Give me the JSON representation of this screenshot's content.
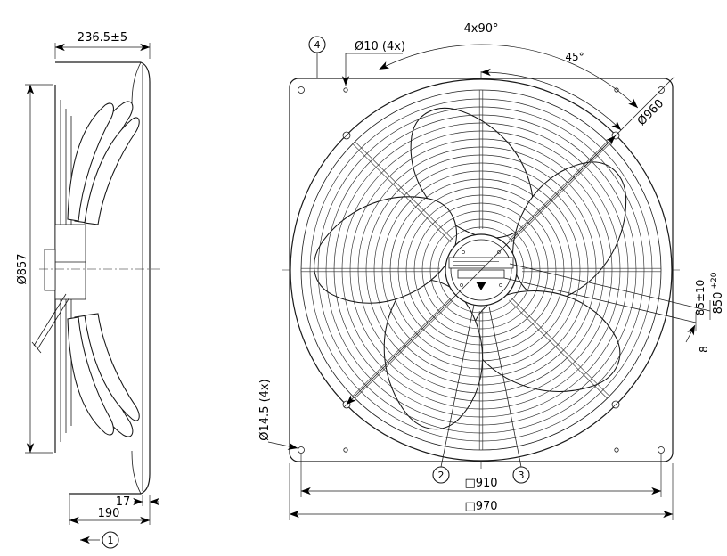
{
  "colors": {
    "line": "#1a1a1a",
    "background": "#ffffff"
  },
  "side_view": {
    "dim_depth": "236.5±5",
    "dim_impeller_diameter": "Ø857",
    "dim_flange": "17",
    "dim_ring_depth": "190",
    "callout_1": "1"
  },
  "front_view": {
    "callout_4": "4",
    "dim_hole_small": "Ø10 (4x)",
    "dim_hole_pattern_angle": "4x90°",
    "dim_angle_45": "45°",
    "dim_guard_circle": "Ø960",
    "dim_850_base": "850",
    "dim_850_tol": "+20",
    "dim_85": "85±10",
    "dim_8": "8",
    "dim_hole_corner": "Ø14.5 (4x)",
    "callout_2": "2",
    "callout_3": "3",
    "dim_square_inner": "□910",
    "dim_square_outer": "□970"
  }
}
